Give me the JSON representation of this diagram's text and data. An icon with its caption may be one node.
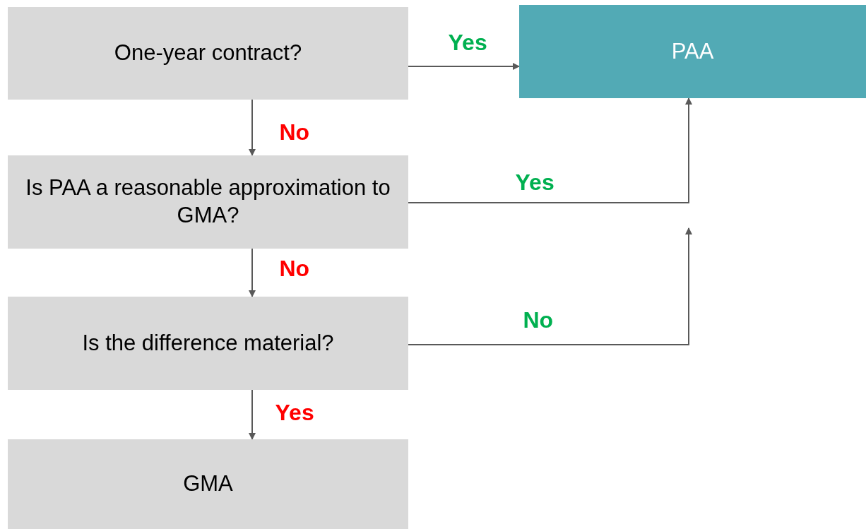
{
  "diagram": {
    "nodes": [
      {
        "text": [
          "One-year contract?"
        ]
      },
      {
        "text": [
          "PAA"
        ]
      },
      {
        "text": [
          "Is PAA a reasonable approximation to GMA?"
        ]
      },
      {
        "text": [
          "Is the difference material?"
        ]
      },
      {
        "text": [
          "GMA"
        ]
      }
    ],
    "edges": [
      {
        "from": 0,
        "to": 1,
        "arrow": "to",
        "label": "Yes"
      },
      {
        "from": 0,
        "to": 2,
        "arrow": "to",
        "label": "No"
      },
      {
        "from": 2,
        "to": 1,
        "arrow": "to",
        "label": "Yes"
      },
      {
        "from": 2,
        "to": 3,
        "arrow": "to",
        "label": "No"
      },
      {
        "from": 3,
        "to": null,
        "arrow": "to",
        "label": "No"
      },
      {
        "from": 3,
        "to": 4,
        "arrow": "to",
        "label": "Yes"
      }
    ]
  }
}
